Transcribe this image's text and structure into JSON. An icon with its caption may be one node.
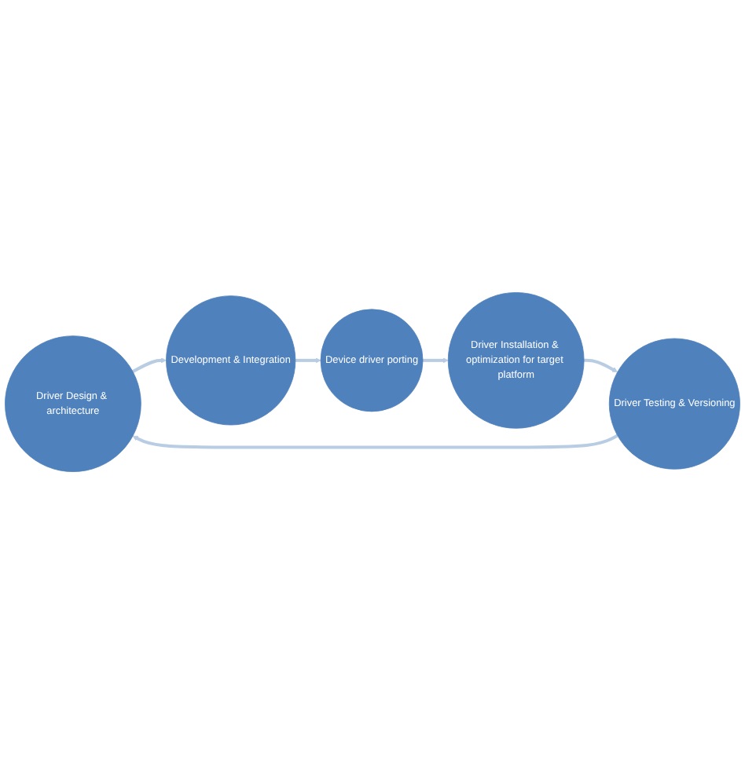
{
  "diagram": {
    "nodes": [
      {
        "text": [
          "Driver Design & architecture"
        ]
      },
      {
        "text": [
          "Development & Integration"
        ]
      },
      {
        "text": [
          "Device driver porting"
        ]
      },
      {
        "text": [
          "Driver Installation & optimization for target platform"
        ]
      },
      {
        "text": [
          "Driver Testing & Versioning"
        ]
      }
    ],
    "edges": [
      {
        "from": 0,
        "to": 1,
        "arrow": "to"
      },
      {
        "from": 1,
        "to": 2,
        "arrow": "to"
      },
      {
        "from": 2,
        "to": 3,
        "arrow": "to"
      },
      {
        "from": 3,
        "to": 4,
        "arrow": "to"
      },
      {
        "from": 4,
        "to": 0,
        "arrow": "to"
      }
    ]
  }
}
